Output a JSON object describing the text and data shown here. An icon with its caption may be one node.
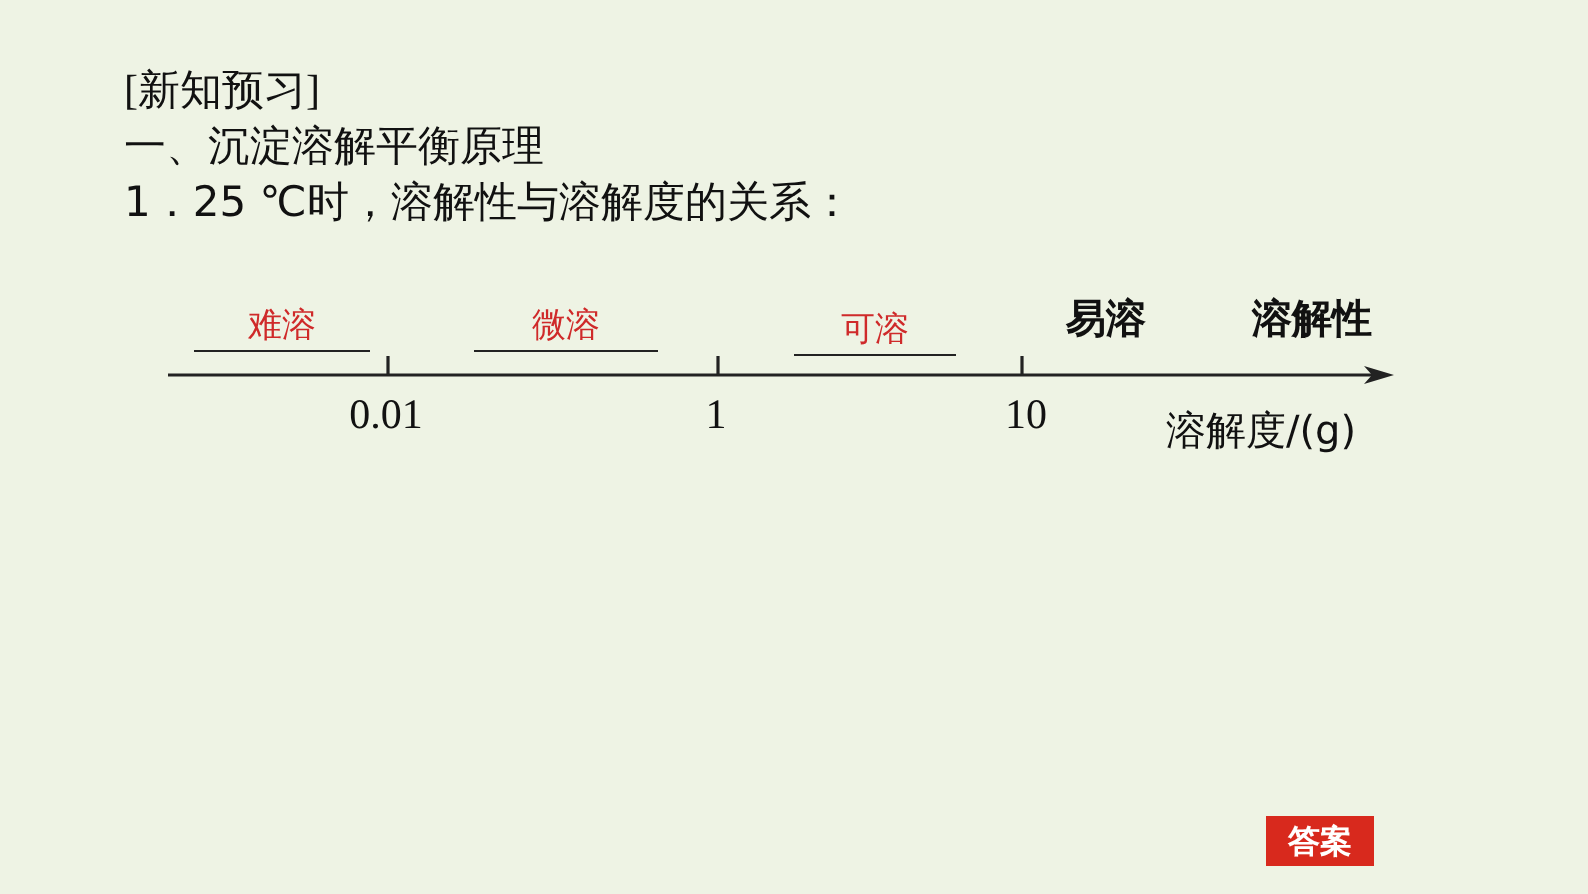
{
  "diagram": {
    "labels": [
      "[新知预习]",
      "一、沉淀溶解平衡原理",
      "1．25 ℃时，溶解性与溶解度的关系：",
      "难溶",
      "微溶",
      "可溶",
      "易溶",
      "溶解性",
      "0.01",
      "1",
      "10",
      "溶解度/(g)",
      "答案"
    ]
  }
}
